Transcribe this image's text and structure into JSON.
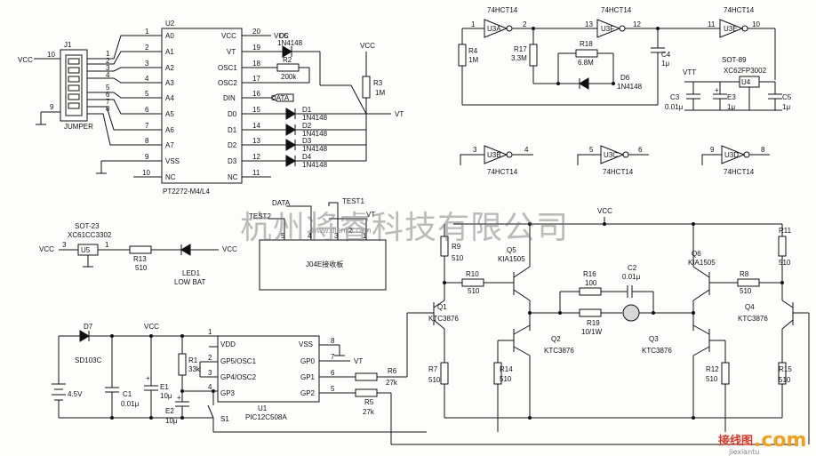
{
  "labels": {
    "vcc": "VCC",
    "vt": "VT",
    "data": "DATA",
    "plus": "+"
  },
  "u2": {
    "ref": "U2",
    "part": "PT2272-M4/L4",
    "left": [
      {
        "num": "1",
        "name": "A0"
      },
      {
        "num": "2",
        "name": "A1"
      },
      {
        "num": "3",
        "name": "A2"
      },
      {
        "num": "4",
        "name": "A3"
      },
      {
        "num": "5",
        "name": "A4"
      },
      {
        "num": "6",
        "name": "A5"
      },
      {
        "num": "7",
        "name": "A6"
      },
      {
        "num": "8",
        "name": "A7"
      },
      {
        "num": "9",
        "name": "VSS"
      },
      {
        "num": "10",
        "name": "NC"
      }
    ],
    "right": [
      {
        "num": "20",
        "name": "VCC"
      },
      {
        "num": "19",
        "name": "VT"
      },
      {
        "num": "18",
        "name": "OSC1"
      },
      {
        "num": "17",
        "name": "OSC2"
      },
      {
        "num": "16",
        "name": "DIN"
      },
      {
        "num": "15",
        "name": "D0"
      },
      {
        "num": "14",
        "name": "D1"
      },
      {
        "num": "13",
        "name": "D2"
      },
      {
        "num": "12",
        "name": "D3"
      },
      {
        "num": "11",
        "name": "NC"
      }
    ]
  },
  "j1": {
    "ref": "J1",
    "label": "JUMPER",
    "pin_top": "10",
    "pin_bot": "9",
    "nets": [
      "1",
      "2",
      "3",
      "4",
      "5",
      "6",
      "7",
      "8"
    ]
  },
  "osc": {
    "u3a": "U3A",
    "u3f": "U3F",
    "u3e": "U3E",
    "u3a_part": "74HCT14",
    "u3f_part": "74HCT14",
    "u3e_part": "74HCT14",
    "pins": [
      "1",
      "2",
      "13",
      "12",
      "11",
      "10"
    ]
  },
  "gates": {
    "u3b": {
      "ref": "U3B",
      "in": "3",
      "out": "4",
      "part": "74HCT14"
    },
    "u3c": {
      "ref": "U3C",
      "in": "5",
      "out": "6",
      "part": "74HCT14"
    },
    "u3d": {
      "ref": "U3D",
      "in": "9",
      "out": "8",
      "part": "74HCT14"
    }
  },
  "u4": {
    "package": "SOT-89",
    "part": "XC62FP3002",
    "vtt": "VTT",
    "ref": "U4"
  },
  "u5": {
    "package": "SOT-23",
    "part": "XC61CC3302",
    "ref": "U5",
    "pin_in": "3",
    "pin_out": "1"
  },
  "u1": {
    "ref": "U1",
    "part": "PIC12C508A",
    "pins": [
      {
        "num": "1",
        "name": "VDD"
      },
      {
        "num": "2",
        "name": "GP5/OSC1"
      },
      {
        "num": "3",
        "name": "GP4/OSC2"
      },
      {
        "num": "4",
        "name": "GP3"
      },
      {
        "num": "8",
        "name": "VSS"
      },
      {
        "num": "7",
        "name": "GP0"
      },
      {
        "num": "6",
        "name": "GP1"
      },
      {
        "num": "5",
        "name": "GP2"
      }
    ]
  },
  "board": {
    "label": "J04E接收板",
    "test1": "TEST1",
    "test2": "TEST2",
    "pins": [
      "5",
      "4",
      "3",
      "2",
      "1"
    ]
  },
  "parts": {
    "d1": {
      "ref": "D1",
      "val": "1N4148"
    },
    "d2": {
      "ref": "D2",
      "val": "1N4148"
    },
    "d3": {
      "ref": "D3",
      "val": "1N4148"
    },
    "d4": {
      "ref": "D4",
      "val": "1N4148"
    },
    "d5": {
      "ref": "D5",
      "val": "1N4148"
    },
    "d6": {
      "ref": "D6",
      "val": "1N4148"
    },
    "d7": {
      "ref": "D7",
      "val": "SD103C"
    },
    "r1": {
      "ref": "R1",
      "val": "33k"
    },
    "r2": {
      "ref": "R2",
      "val": "200k"
    },
    "r3": {
      "ref": "R3",
      "val": "1M"
    },
    "r4": {
      "ref": "R4",
      "val": "1M"
    },
    "r5": {
      "ref": "R5",
      "val": "27k"
    },
    "r6": {
      "ref": "R6",
      "val": "27k"
    },
    "r7": {
      "ref": "R7",
      "val": "510"
    },
    "r8": {
      "ref": "R8",
      "val": "510"
    },
    "r9": {
      "ref": "R9",
      "val": "510"
    },
    "r10": {
      "ref": "R10",
      "val": "510"
    },
    "r11": {
      "ref": "R11",
      "val": "510"
    },
    "r12": {
      "ref": "R12",
      "val": "510"
    },
    "r13": {
      "ref": "R13",
      "val": "510"
    },
    "r14": {
      "ref": "R14",
      "val": "510"
    },
    "r15": {
      "ref": "R15",
      "val": "510"
    },
    "r16": {
      "ref": "R16",
      "val": "100"
    },
    "r17": {
      "ref": "R17",
      "val": "3.3M"
    },
    "r18": {
      "ref": "R18",
      "val": "6.8M"
    },
    "r19": {
      "ref": "R19",
      "val": "10/1W"
    },
    "c1": {
      "ref": "C1",
      "val": "0.01μ"
    },
    "c2": {
      "ref": "C2",
      "val": "0.01μ"
    },
    "c3": {
      "ref": "C3",
      "val": "0.01μ"
    },
    "c4": {
      "ref": "C4",
      "val": "1μ"
    },
    "c5": {
      "ref": "C5",
      "val": "1μ"
    },
    "e1": {
      "ref": "E1",
      "val": "10μ"
    },
    "e2": {
      "ref": "E2",
      "val": "10μ"
    },
    "e3": {
      "ref": "E3",
      "val": "1μ"
    },
    "q1": {
      "ref": "Q1",
      "val": "KTC3876"
    },
    "q2": {
      "ref": "Q2",
      "val": "KTC3876"
    },
    "q3": {
      "ref": "Q3",
      "val": "KTC3876"
    },
    "q4": {
      "ref": "Q4",
      "val": "KTC3876"
    },
    "q5": {
      "ref": "Q5",
      "val": "KIA1505"
    },
    "q6": {
      "ref": "Q6",
      "val": "KIA1505"
    },
    "led1": {
      "ref": "LED1",
      "val": "LOW BAT"
    },
    "s1": {
      "ref": "S1"
    },
    "bat": {
      "val": "4.5V"
    }
  },
  "watermark": {
    "text": "杭州将睿科技有限公司",
    "url": "www.dianlut.com"
  },
  "logo": {
    "cn": "接线图",
    "com": ".com",
    "sub": "jiexiantu"
  }
}
